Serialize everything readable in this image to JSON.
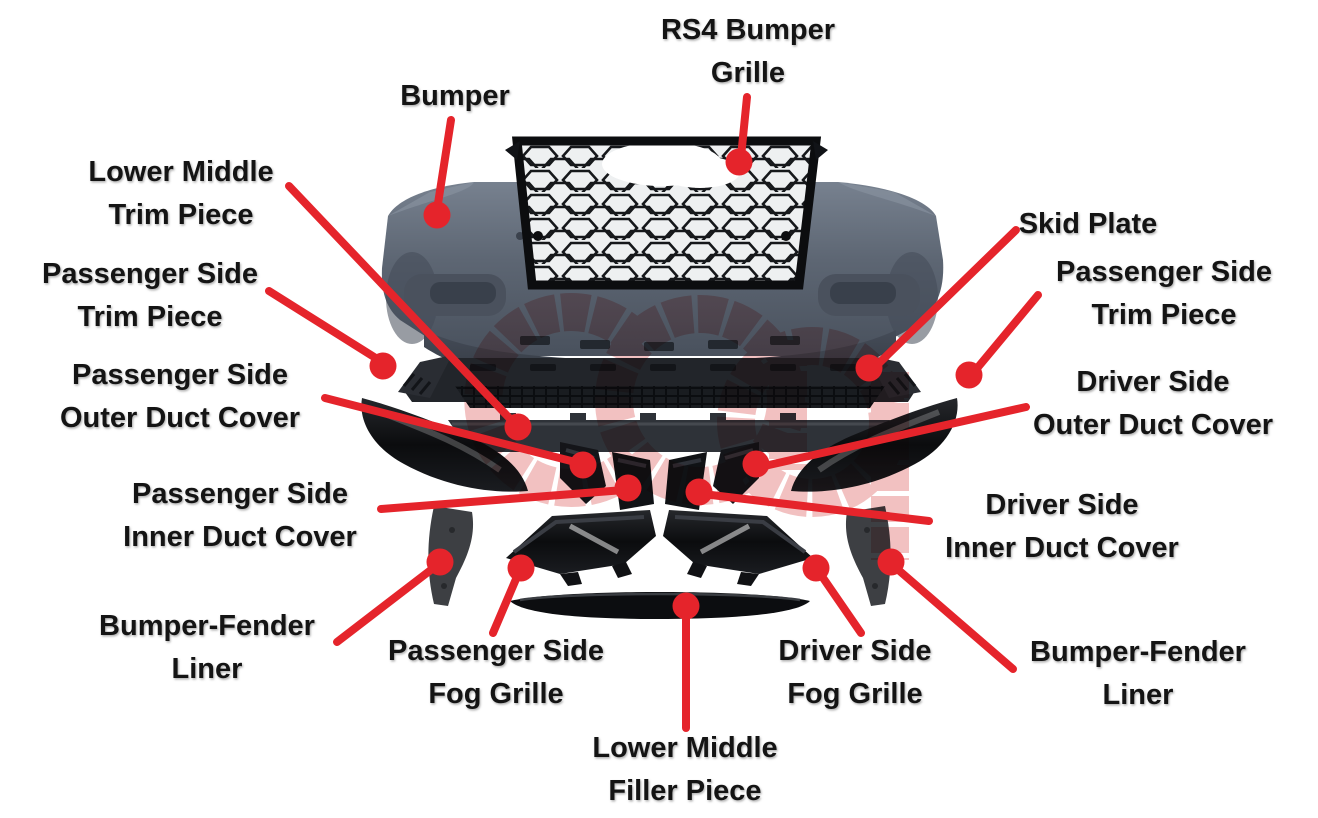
{
  "diagram": {
    "subject": "RS4 front bumper conversion kit parts",
    "callouts": [
      {
        "id": "bumper",
        "line1": "Bumper",
        "line2": ""
      },
      {
        "id": "rs4-bumper-grille",
        "line1": "RS4 Bumper",
        "line2": "Grille"
      },
      {
        "id": "lower-middle-trim-piece",
        "line1": "Lower Middle",
        "line2": "Trim Piece"
      },
      {
        "id": "passenger-side-trim-piece-left",
        "line1": "Passenger Side",
        "line2": "Trim Piece"
      },
      {
        "id": "passenger-side-outer-duct-cover",
        "line1": "Passenger Side",
        "line2": "Outer Duct Cover"
      },
      {
        "id": "passenger-side-inner-duct-cover",
        "line1": "Passenger Side",
        "line2": "Inner Duct Cover"
      },
      {
        "id": "bumper-fender-liner-left",
        "line1": "Bumper-Fender",
        "line2": "Liner"
      },
      {
        "id": "passenger-side-fog-grille",
        "line1": "Passenger Side",
        "line2": "Fog Grille"
      },
      {
        "id": "lower-middle-filler-piece",
        "line1": "Lower Middle",
        "line2": "Filler Piece"
      },
      {
        "id": "driver-side-fog-grille",
        "line1": "Driver Side",
        "line2": "Fog Grille"
      },
      {
        "id": "bumper-fender-liner-right",
        "line1": "Bumper-Fender",
        "line2": "Liner"
      },
      {
        "id": "driver-side-inner-duct-cover",
        "line1": "Driver Side",
        "line2": "Inner Duct Cover"
      },
      {
        "id": "driver-side-outer-duct-cover",
        "line1": "Driver Side",
        "line2": "Outer Duct Cover"
      },
      {
        "id": "passenger-side-trim-piece-right",
        "line1": "Passenger Side",
        "line2": "Trim Piece"
      },
      {
        "id": "skid-plate",
        "line1": "Skid Plate",
        "line2": ""
      }
    ]
  },
  "watermark": {
    "text": "cap"
  },
  "colors": {
    "callout_red": "#e5242b",
    "label_text": "#141414",
    "bumper_gray": "#626c7a",
    "gloss_black": "#0e0f12",
    "liner_gray": "#3d3f43",
    "background": "#ffffff"
  }
}
